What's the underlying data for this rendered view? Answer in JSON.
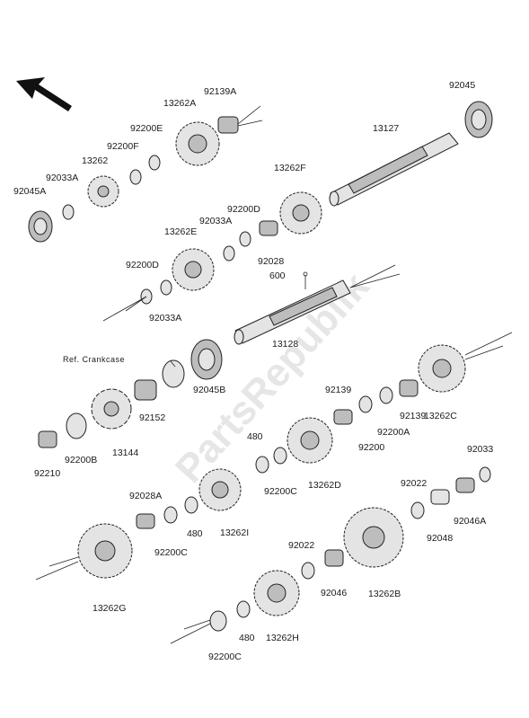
{
  "reference_label": "Ref. Crankcase",
  "watermark": "PartsRepublik",
  "labels": {
    "p92045": "92045",
    "p13127": "13127",
    "p92139A": "92139A",
    "p13262A": "13262A",
    "p92200E": "92200E",
    "p92200F": "92200F",
    "p13262_top": "13262",
    "p92033A_top": "92033A",
    "p92045A": "92045A",
    "p13262F": "13262F",
    "p92200D_mid": "92200D",
    "p92033A_mid": "92033A",
    "p13262E": "13262E",
    "p92028": "92028",
    "p600": "600",
    "p92200D_left": "92200D",
    "p92033A_left": "92033A",
    "p13128": "13128",
    "p92045B": "92045B",
    "p92152": "92152",
    "p13144": "13144",
    "p92200B": "92200B",
    "p92210": "92210",
    "p92139_a": "92139",
    "p92200A": "92200A",
    "p92139_b": "92139",
    "p92200": "92200",
    "p13262C": "13262C",
    "p480_a": "480",
    "p92200C_a": "92200C",
    "p13262D": "13262D",
    "p92033": "92033",
    "p92022_a": "92022",
    "p92048": "92048",
    "p92046A": "92046A",
    "p92028A": "92028A",
    "p92200C_b": "92200C",
    "p480_b": "480",
    "p13262I": "13262I",
    "p13262G": "13262G",
    "p92022_b": "92022",
    "p92046": "92046",
    "p13262B": "13262B",
    "p480_c": "480",
    "p13262H": "13262H",
    "p92200C_c": "92200C"
  }
}
